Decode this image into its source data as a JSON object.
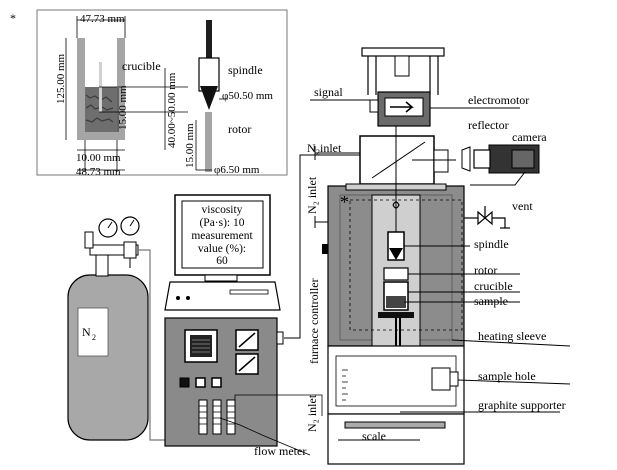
{
  "inset": {
    "marker": "*",
    "dims": {
      "top_width": "47.73 mm",
      "height": "125.00 mm",
      "inner_depth": "15.00 mm",
      "immersion": "40.00~50.00 mm",
      "spindle_dia": "φ50.50 mm",
      "rotor_len": "15.00 mm",
      "rotor_dia": "φ6.50 mm",
      "bottom_inner": "10.00 mm",
      "bottom_outer": "48.73 mm"
    },
    "labels": {
      "crucible": "crucible",
      "spindle": "spindle",
      "rotor": "rotor"
    }
  },
  "monitor": {
    "line1": "viscosity",
    "line2": "(Pa·s): 10",
    "line3": "measurement",
    "line4": "value (%):",
    "line5": "60"
  },
  "gas": {
    "cylinder_label": "N",
    "cylinder_sub": "2"
  },
  "labels": {
    "signal": "signal",
    "electromotor": "electromotor",
    "reflector": "reflector",
    "camera": "camera",
    "n2_inlet_top": "N",
    "n2_inlet_top_sub": "2",
    "n2_inlet_top_rest": " inlet",
    "n2_inlet_side": "N₂ inlet",
    "vent": "vent",
    "spindle": "spindle",
    "rotor": "rotor",
    "crucible": "crucible",
    "sample": "sample",
    "furnace_controller": "furnace controller",
    "heating_sleeve": "heating sleeve",
    "sample_hole": "sample hole",
    "graphite_supporter": "graphite supporter",
    "n2_inlet_bottom": "N₂ inlet",
    "scale": "scale",
    "flow_meter": "flow meter",
    "furnace_marker": "*"
  },
  "colors": {
    "cylinder": "#a8a8a8",
    "controller": "#8a8a8a",
    "furnace": "#8c8c8c",
    "tube": "#bfbfbf",
    "dark": "#222222"
  }
}
